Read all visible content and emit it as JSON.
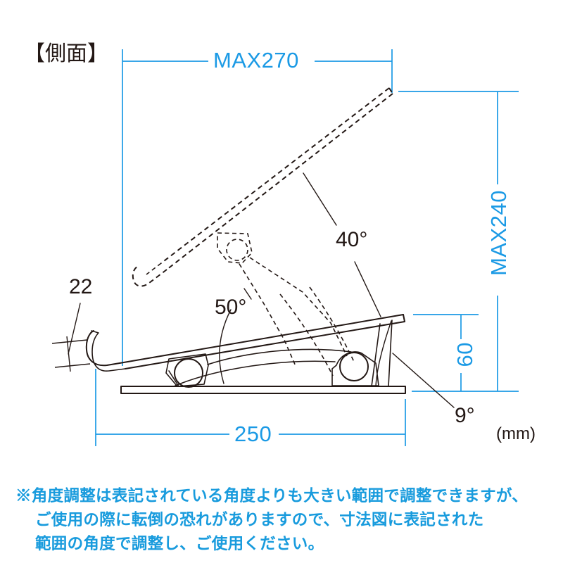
{
  "title": "【側面】",
  "units_label": "(mm)",
  "colors": {
    "dimension_blue": "#1b9ae5",
    "note_blue": "#189bdd",
    "line_black": "#231815",
    "background": "#ffffff"
  },
  "dimensions": {
    "overall_width_max": "MAX270",
    "overall_height_max": "MAX240",
    "base_depth": "250",
    "front_height": "60",
    "lip_height": "22"
  },
  "angles": {
    "raised_tilt": "40°",
    "lowered_tilt": "50°",
    "base_tilt": "9°"
  },
  "note": {
    "line1": "※角度調整は表記されている角度よりも大きい範囲で調整できますが、",
    "line2": "ご使用の際に転倒の恐れがありますので、寸法図に表記された",
    "line3": "範囲の角度で調整し、ご使用ください。"
  },
  "drawing": {
    "type": "technical-dimension-drawing",
    "subject": "tablet-stand-side-view",
    "views": [
      {
        "name": "lowered-position",
        "style": "solid",
        "angle_deg": 9,
        "label": "9°"
      },
      {
        "name": "raised-position",
        "style": "dashed",
        "angle_deg": 40,
        "label": "40°"
      },
      {
        "name": "support-arm-angle",
        "style": "arc",
        "angle_deg": 50,
        "label": "50°"
      }
    ]
  }
}
